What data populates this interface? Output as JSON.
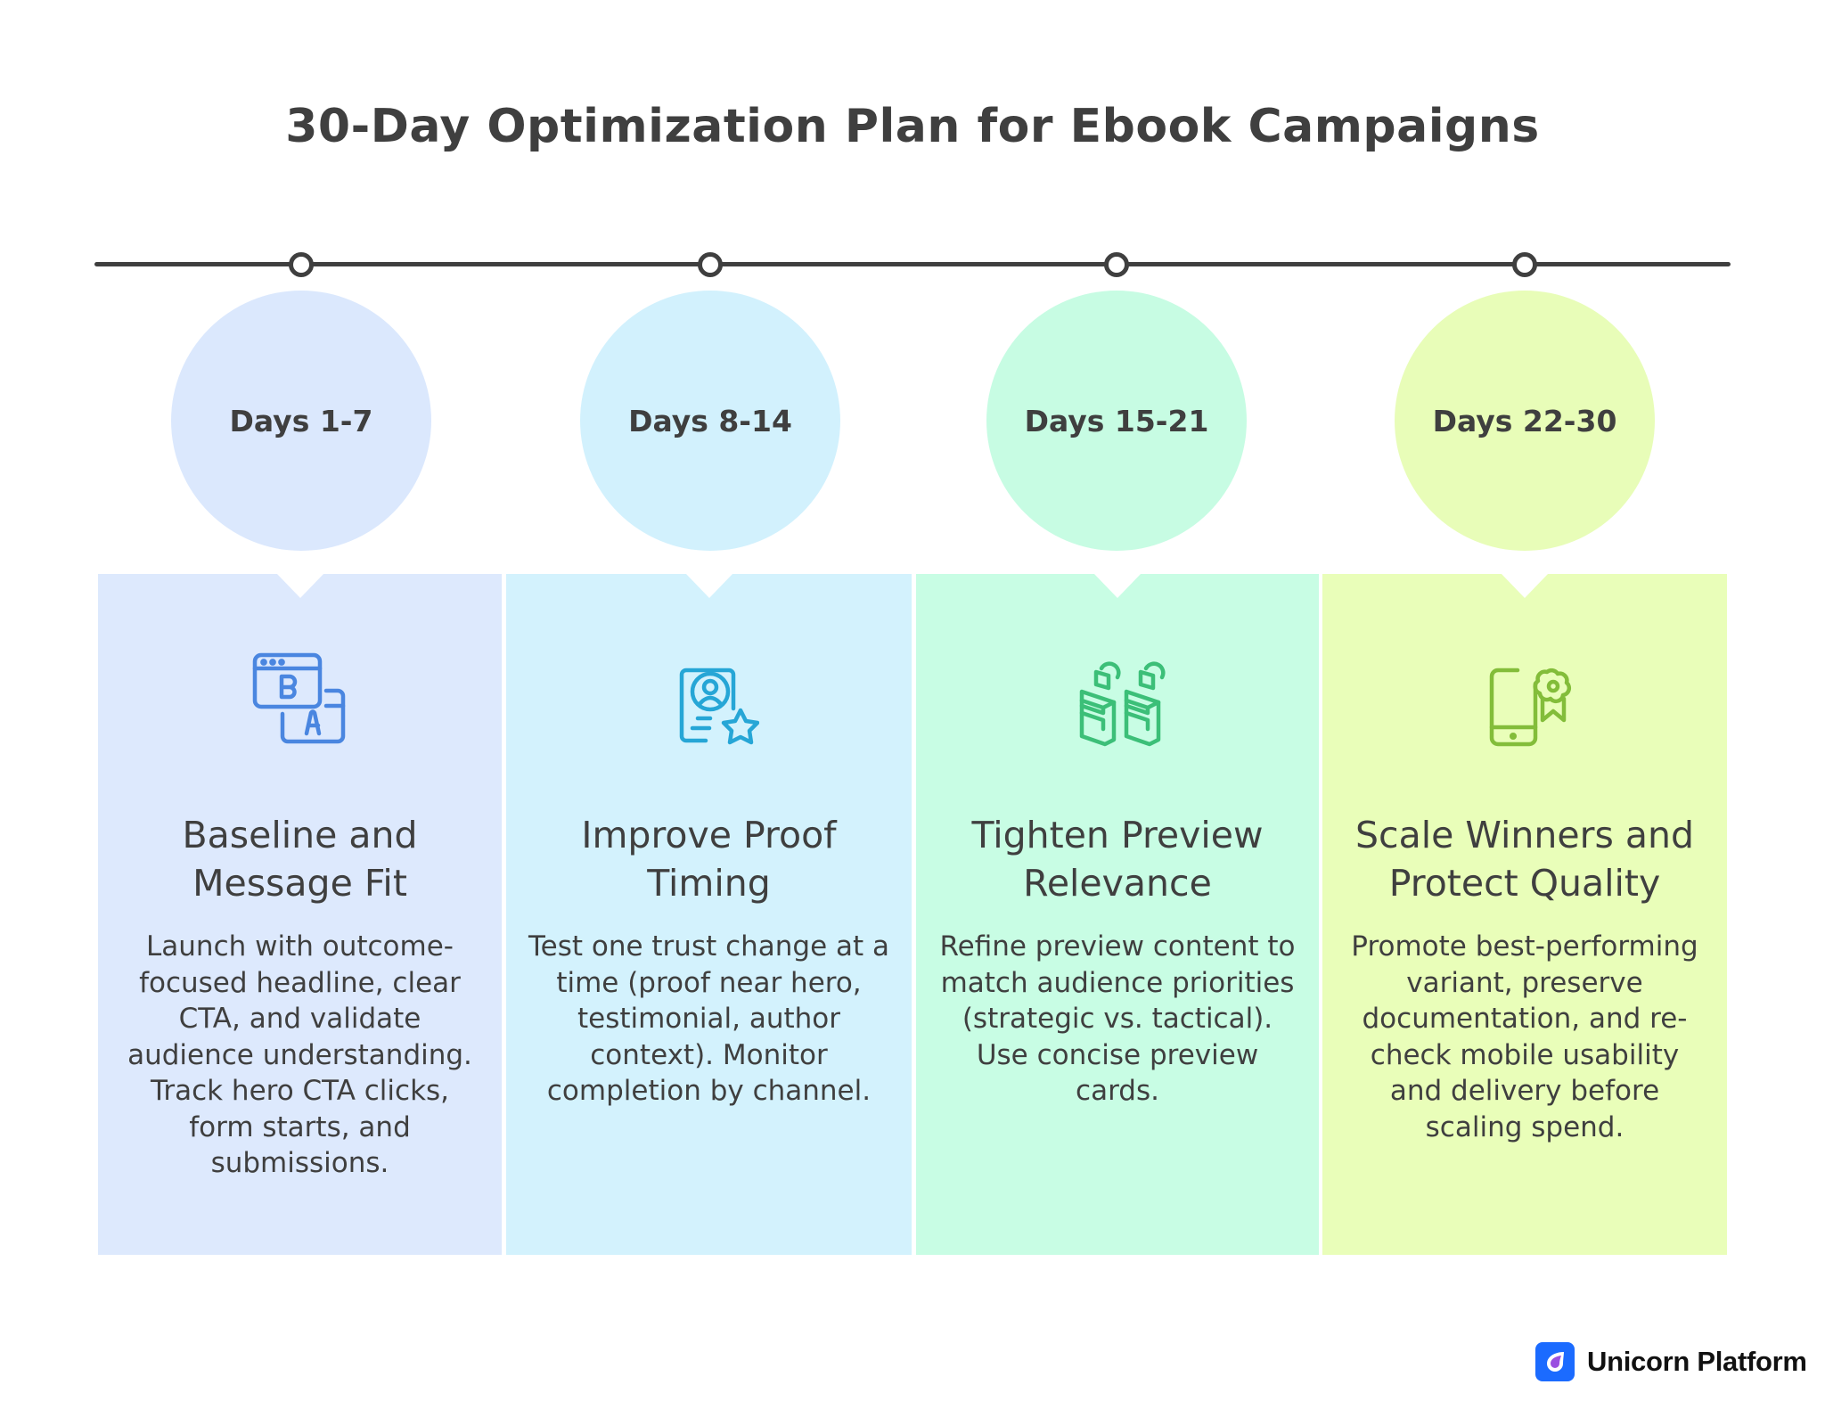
{
  "title": "30-Day Optimization Plan for Ebook Campaigns",
  "timeline": {
    "line_color": "#3f3f3f",
    "nodes": [
      338,
      797,
      1253,
      1711
    ]
  },
  "phases": [
    {
      "days": "Days 1-7",
      "circle_color": "#dbe8fd",
      "panel_color": "#dde9fd",
      "icon": "ab-test-icon",
      "icon_color": "#4a86e0",
      "title": "Baseline and Message Fit",
      "description": "Launch with outcome-focused headline, clear CTA, and validate audience understanding. Track hero CTA clicks, form starts, and submissions."
    },
    {
      "days": "Days 8-14",
      "circle_color": "#d2f1fd",
      "panel_color": "#d3f2fd",
      "icon": "testimonial-profile-star-icon",
      "icon_color": "#26a6d6",
      "title": "Improve Proof Timing",
      "description": "Test one trust change at a time (proof near hero, testimonial, author context). Monitor completion by channel."
    },
    {
      "days": "Days 15-21",
      "circle_color": "#c7fce3",
      "panel_color": "#c8fde4",
      "icon": "books-preview-icon",
      "icon_color": "#3cbf78",
      "title": "Tighten Preview Relevance",
      "description": "Refine preview content to match audience priorities (strategic vs. tactical). Use concise preview cards."
    },
    {
      "days": "Days 22-30",
      "circle_color": "#e8fdb8",
      "panel_color": "#e9feb9",
      "icon": "mobile-quality-badge-icon",
      "icon_color": "#83bd3a",
      "title": "Scale Winners and Protect Quality",
      "description": "Promote best-performing variant, preserve documentation, and re-check mobile usability and delivery before scaling spend."
    }
  ],
  "brand": {
    "name": "Unicorn Platform",
    "logo_color": "#1b6bff",
    "logo_accent": "#9b4fe0"
  }
}
